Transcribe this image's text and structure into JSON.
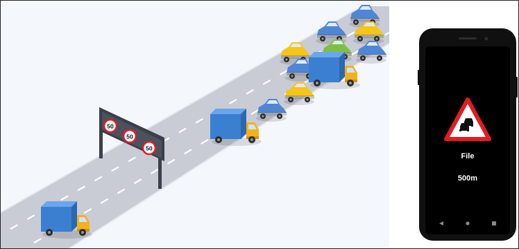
{
  "sign": {
    "speed_limits": [
      "50",
      "50",
      "50"
    ]
  },
  "phone": {
    "alert_title": "File",
    "distance": "500m",
    "nav_icons": [
      "back-triangle-icon",
      "home-dot-icon",
      "recents-square-icon"
    ]
  },
  "colors": {
    "background": "#f4f8fc",
    "road": "#c9ccd4",
    "lane_marking": "#ffffff",
    "truck_cargo": "#3b7fd0",
    "truck_cab": "#f2b21a",
    "car_yellow": "#f5c518",
    "car_blue": "#4f86d6",
    "car_green": "#7bc043",
    "phone_body": "#101010",
    "phone_screen": "#000000",
    "warning_red": "#e31b23"
  }
}
